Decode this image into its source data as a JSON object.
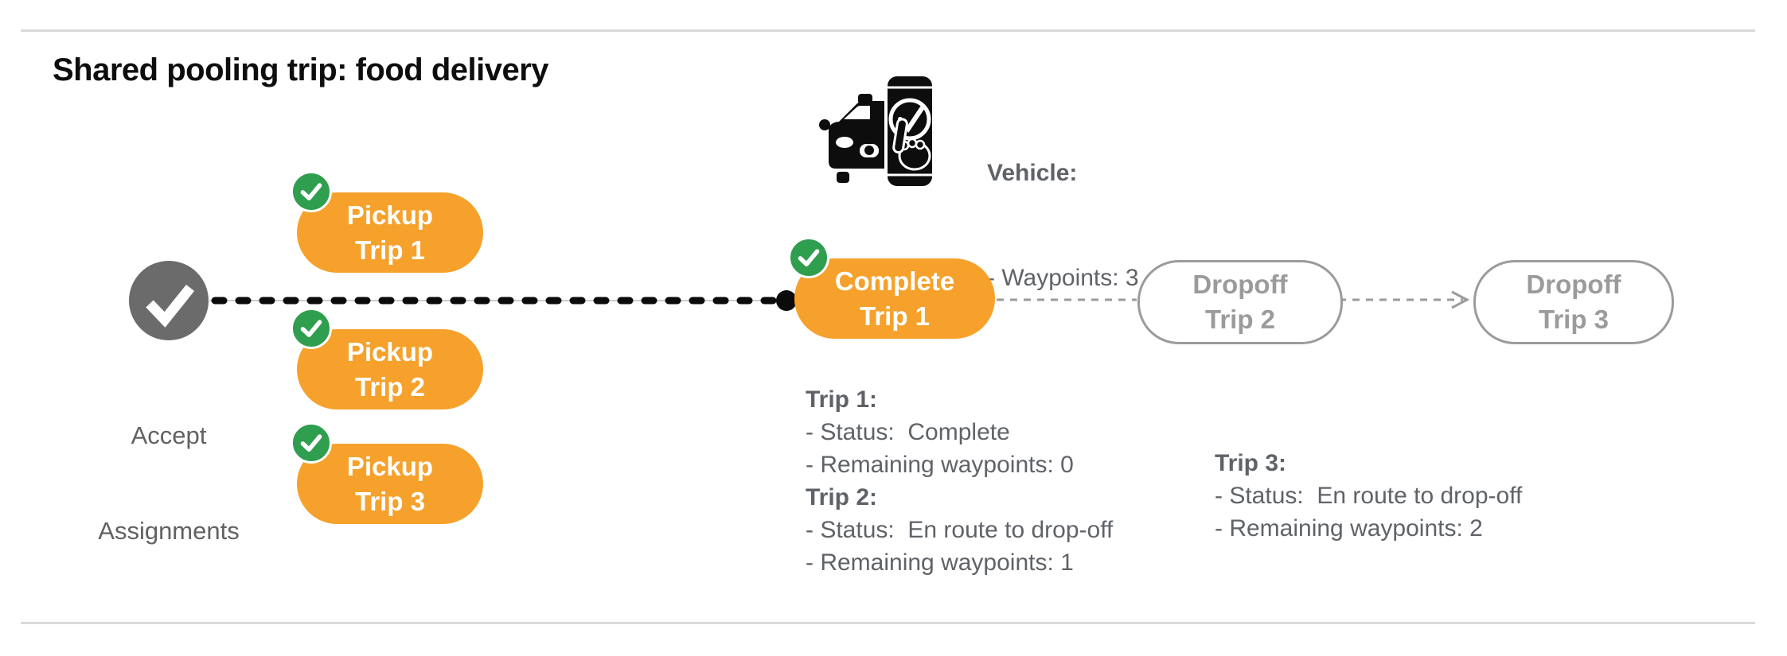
{
  "title": "Shared pooling trip: food delivery",
  "vehicle": {
    "icon": "car-phone-check-icon",
    "label": "Vehicle:",
    "waypoints_line": "- Waypoints: 3"
  },
  "flow": {
    "accept": {
      "icon": "check-icon",
      "line1": "Accept",
      "line2": "Assignments"
    },
    "pickups": [
      {
        "line1": "Pickup",
        "line2": "Trip 1",
        "badge_icon": "check-badge-icon"
      },
      {
        "line1": "Pickup",
        "line2": "Trip 2",
        "badge_icon": "check-badge-icon"
      },
      {
        "line1": "Pickup",
        "line2": "Trip 3",
        "badge_icon": "check-badge-icon"
      }
    ],
    "complete": {
      "line1": "Complete",
      "line2": "Trip 1",
      "badge_icon": "check-badge-icon"
    },
    "dropoffs": [
      {
        "line1": "Dropoff",
        "line2": "Trip 2"
      },
      {
        "line1": "Dropoff",
        "line2": "Trip 3"
      }
    ]
  },
  "status_blocks": [
    {
      "lines": [
        {
          "text": "Trip 1:"
        },
        {
          "text": "- Status:  Complete"
        },
        {
          "text": "- Remaining waypoints: 0"
        },
        {
          "text": "Trip 2:"
        },
        {
          "text": "- Status:  En route to drop-off"
        },
        {
          "text": "- Remaining waypoints: 1"
        }
      ]
    },
    {
      "lines": [
        {
          "text": "Trip 3:"
        },
        {
          "text": "- Status:  En route to drop-off"
        },
        {
          "text": "- Remaining waypoints: 2"
        }
      ]
    }
  ],
  "colors": {
    "accent_orange": "#F6A12B",
    "badge_green": "#2F9E4E",
    "node_gray": "#6B6B6B",
    "text_gray": "#5F6368",
    "outline_gray": "#9B9B9B",
    "route_black": "#0B0B0B",
    "rule_gray": "#DADADA"
  }
}
